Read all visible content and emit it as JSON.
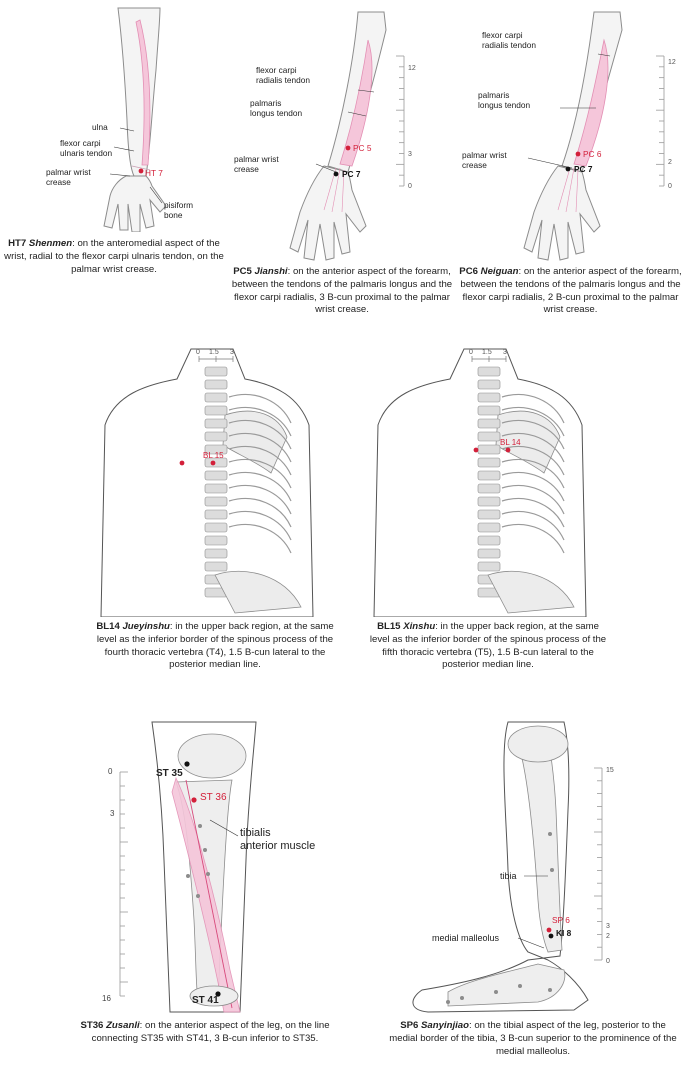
{
  "panels": {
    "ht7": {
      "labels": {
        "ulna": "ulna",
        "fcu_1": "flexor carpi",
        "fcu_2": "ulnaris tendon",
        "pwc_1": "palmar wrist",
        "pwc_2": "crease",
        "point": "HT 7",
        "pis_1": "pisiform",
        "pis_2": "bone"
      },
      "caption": {
        "code": "HT7",
        "name": "Shenmen",
        "desc": "on the anteromedial aspect of the wrist, radial to the flexor carpi ulnaris tendon, on the palmar wrist crease."
      }
    },
    "pc5": {
      "labels": {
        "fcr_1": "flexor carpi",
        "fcr_2": "radialis tendon",
        "pl_1": "palmaris",
        "pl_2": "longus tendon",
        "pwc_1": "palmar wrist",
        "pwc_2": "crease",
        "point": "PC 5",
        "point2": "PC 7",
        "s_top": "12",
        "s_mid": "3",
        "s_bot": "0"
      },
      "caption": {
        "code": "PC5",
        "name": "Jianshi",
        "desc": "on the anterior aspect of the forearm, between the tendons of the palmaris longus and the flexor carpi radialis, 3 B-cun proximal to the palmar wrist crease."
      }
    },
    "pc6": {
      "labels": {
        "fcr_1": "flexor carpi",
        "fcr_2": "radialis tendon",
        "pl_1": "palmaris",
        "pl_2": "longus tendon",
        "pwc_1": "palmar wrist",
        "pwc_2": "crease",
        "point": "PC 6",
        "point2": "PC 7",
        "s_top": "12",
        "s_mid": "2",
        "s_bot": "0"
      },
      "caption": {
        "code": "PC6",
        "name": "Neiguan",
        "desc": "on the anterior aspect of the forearm, between the tendons of the palmaris longus and the flexor carpi radialis, 2 B-cun proximal to the palmar wrist crease."
      }
    },
    "bl14": {
      "labels": {
        "s0": "0",
        "s1": "1.5",
        "s2": "3",
        "point": "BL 15"
      },
      "caption": {
        "code": "BL14",
        "name": "Jueyinshu",
        "desc": "in the upper back region, at the same level as the inferior border of the spinous process of the fourth thoracic vertebra (T4), 1.5 B-cun lateral to the posterior median line."
      }
    },
    "bl15": {
      "labels": {
        "s0": "0",
        "s1": "1.5",
        "s2": "3",
        "point": "BL 14"
      },
      "caption": {
        "code": "BL15",
        "name": "Xinshu",
        "desc": "in the upper back region, at the same level as the inferior border of the spinous process of the fifth thoracic vertebra (T5), 1.5 B-cun lateral to the posterior median line."
      }
    },
    "st36": {
      "labels": {
        "s0": "0",
        "s3": "3",
        "s16": "16",
        "p1": "ST 35",
        "p2": "ST 36",
        "p3": "ST 41",
        "m1": "tibialis",
        "m2": "anterior muscle"
      },
      "caption": {
        "code": "ST36",
        "name": "Zusanli",
        "desc": "on the anterior aspect of the leg, on the line connecting ST35 with ST41, 3 B-cun inferior to ST35."
      }
    },
    "sp6": {
      "labels": {
        "s15": "15",
        "s3": "3",
        "s2": "2",
        "s0": "0",
        "tibia": "tibia",
        "mm": "medial malleolus",
        "p1": "SP 6",
        "p2": "KI 8"
      },
      "caption": {
        "code": "SP6",
        "name": "Sanyinjiao",
        "desc": "on the tibial aspect of the leg, posterior to the medial border of the tibia, 3 B-cun superior to the prominence of the medial malleolus."
      }
    }
  }
}
